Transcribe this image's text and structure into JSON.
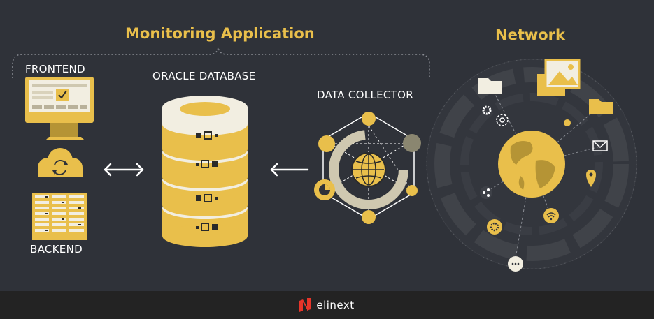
{
  "headings": {
    "monitoring": "Monitoring Application",
    "network": "Network"
  },
  "labels": {
    "frontend": "FRONTEND",
    "backend": "BACKEND",
    "oracle_database": "ORACLE DATABASE",
    "data_collector": "DATA COLLECTOR"
  },
  "footer": {
    "brand": "elinext"
  },
  "colors": {
    "background": "#2f3239",
    "footer": "#232323",
    "accent": "#e9bf4b",
    "cream": "#f2eee1",
    "dark": "#2a2a2a",
    "brand_red": "#e8352a"
  },
  "icons": [
    "monitor-icon",
    "cloud-sync-icon",
    "server-rack-icon",
    "database-icon",
    "double-arrow-icon",
    "left-arrow-icon",
    "globe-icon",
    "folder-icon",
    "image-icon",
    "gear-icon",
    "mail-icon",
    "location-pin-icon",
    "share-icon",
    "wifi-icon",
    "chat-icon"
  ]
}
